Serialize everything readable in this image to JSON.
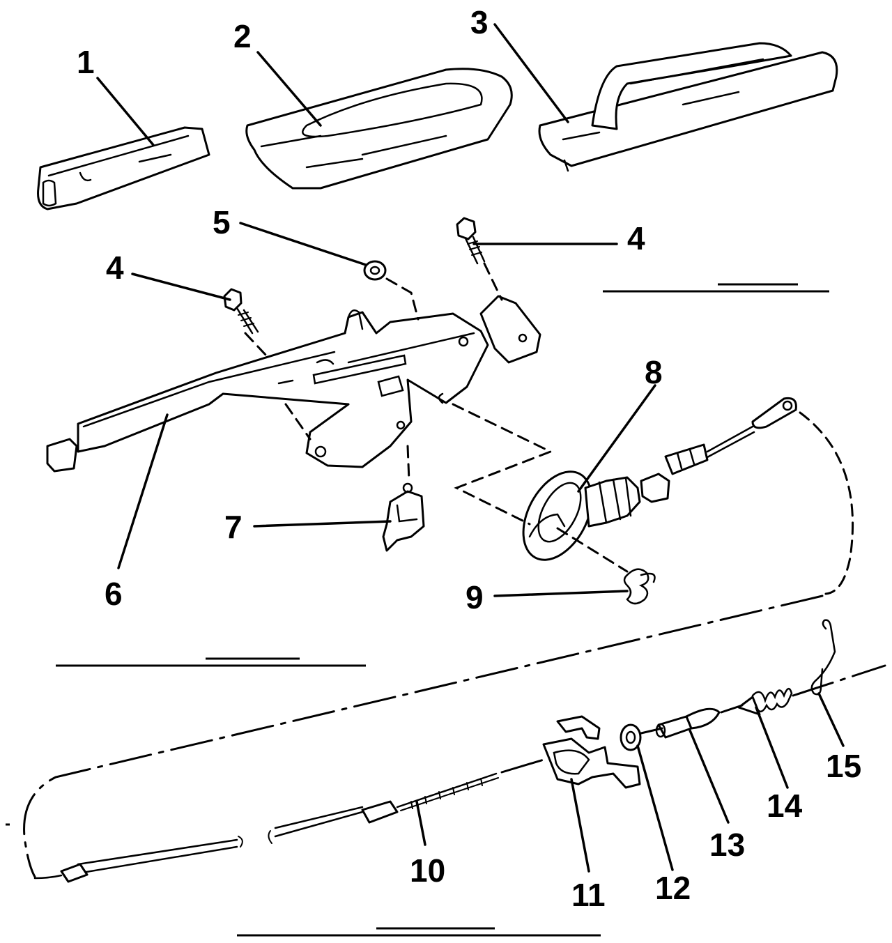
{
  "callouts": {
    "c1": "1",
    "c2": "2",
    "c3": "3",
    "c4a": "4",
    "c4b": "4",
    "c5": "5",
    "c6": "6",
    "c7": "7",
    "c8": "8",
    "c9": "9",
    "c10": "10",
    "c11": "11",
    "c12": "12",
    "c13": "13",
    "c14": "14",
    "c15": "15"
  },
  "style": {
    "line_color": "#000000",
    "background": "#ffffff"
  }
}
